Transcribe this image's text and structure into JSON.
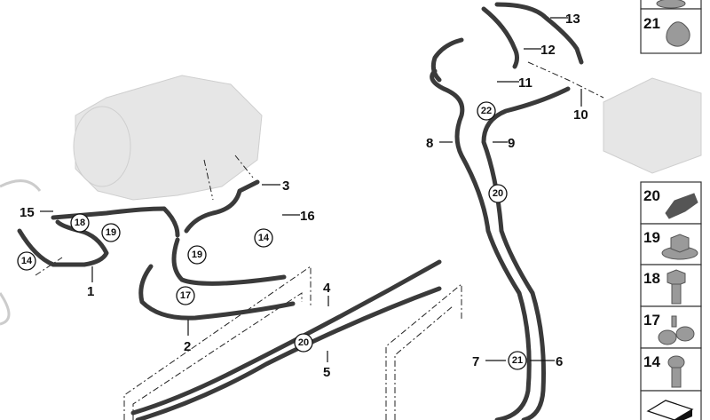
{
  "callouts": {
    "c1": "1",
    "c2": "2",
    "c3": "3",
    "c4": "4",
    "c5": "5",
    "c6": "6",
    "c7": "7",
    "c8": "8",
    "c9": "9",
    "c10": "10",
    "c11": "11",
    "c12": "12",
    "c13": "13",
    "c15": "15",
    "c16": "16"
  },
  "circled": {
    "c14a": "14",
    "c14b": "14",
    "c17": "17",
    "c18": "18",
    "c19a": "19",
    "c19b": "19",
    "c20a": "20",
    "c20b": "20",
    "c21": "21",
    "c22": "22"
  },
  "legend": [
    {
      "number": "21",
      "icon": "double-hose-clip"
    },
    {
      "number": "20",
      "icon": "triple-hose-clip"
    },
    {
      "number": "19",
      "icon": "collar-nut"
    },
    {
      "number": "18",
      "icon": "hex-bolt"
    },
    {
      "number": "17",
      "icon": "hose-bracket-clip"
    },
    {
      "number": "14",
      "icon": "torx-bolt"
    }
  ]
}
